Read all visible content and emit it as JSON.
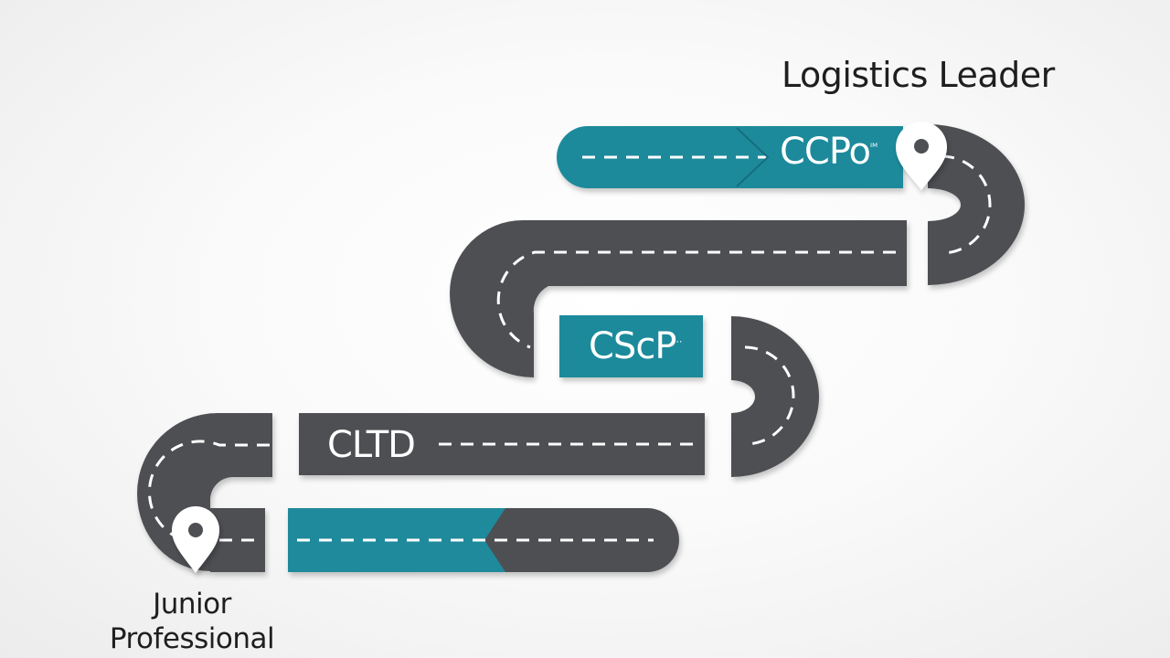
{
  "diagram": {
    "goal_label": "Logistics Leader",
    "start_label_line1": "Junior",
    "start_label_line2": "Professional",
    "milestones": [
      {
        "name": "ccpo",
        "label": "CCPo",
        "mark": "ᴵᴹ"
      },
      {
        "name": "cscp",
        "label": "CScP",
        "mark": "··"
      },
      {
        "name": "cltd",
        "label": "CLTD",
        "mark": ""
      }
    ],
    "colors": {
      "road": "#4e5052",
      "road_dark": "#3f4143",
      "teal": "#1f8a9b",
      "dash": "#ffffff",
      "pin": "#ffffff"
    },
    "icons": [
      "map-pin-icon-start",
      "map-pin-icon-goal"
    ]
  }
}
